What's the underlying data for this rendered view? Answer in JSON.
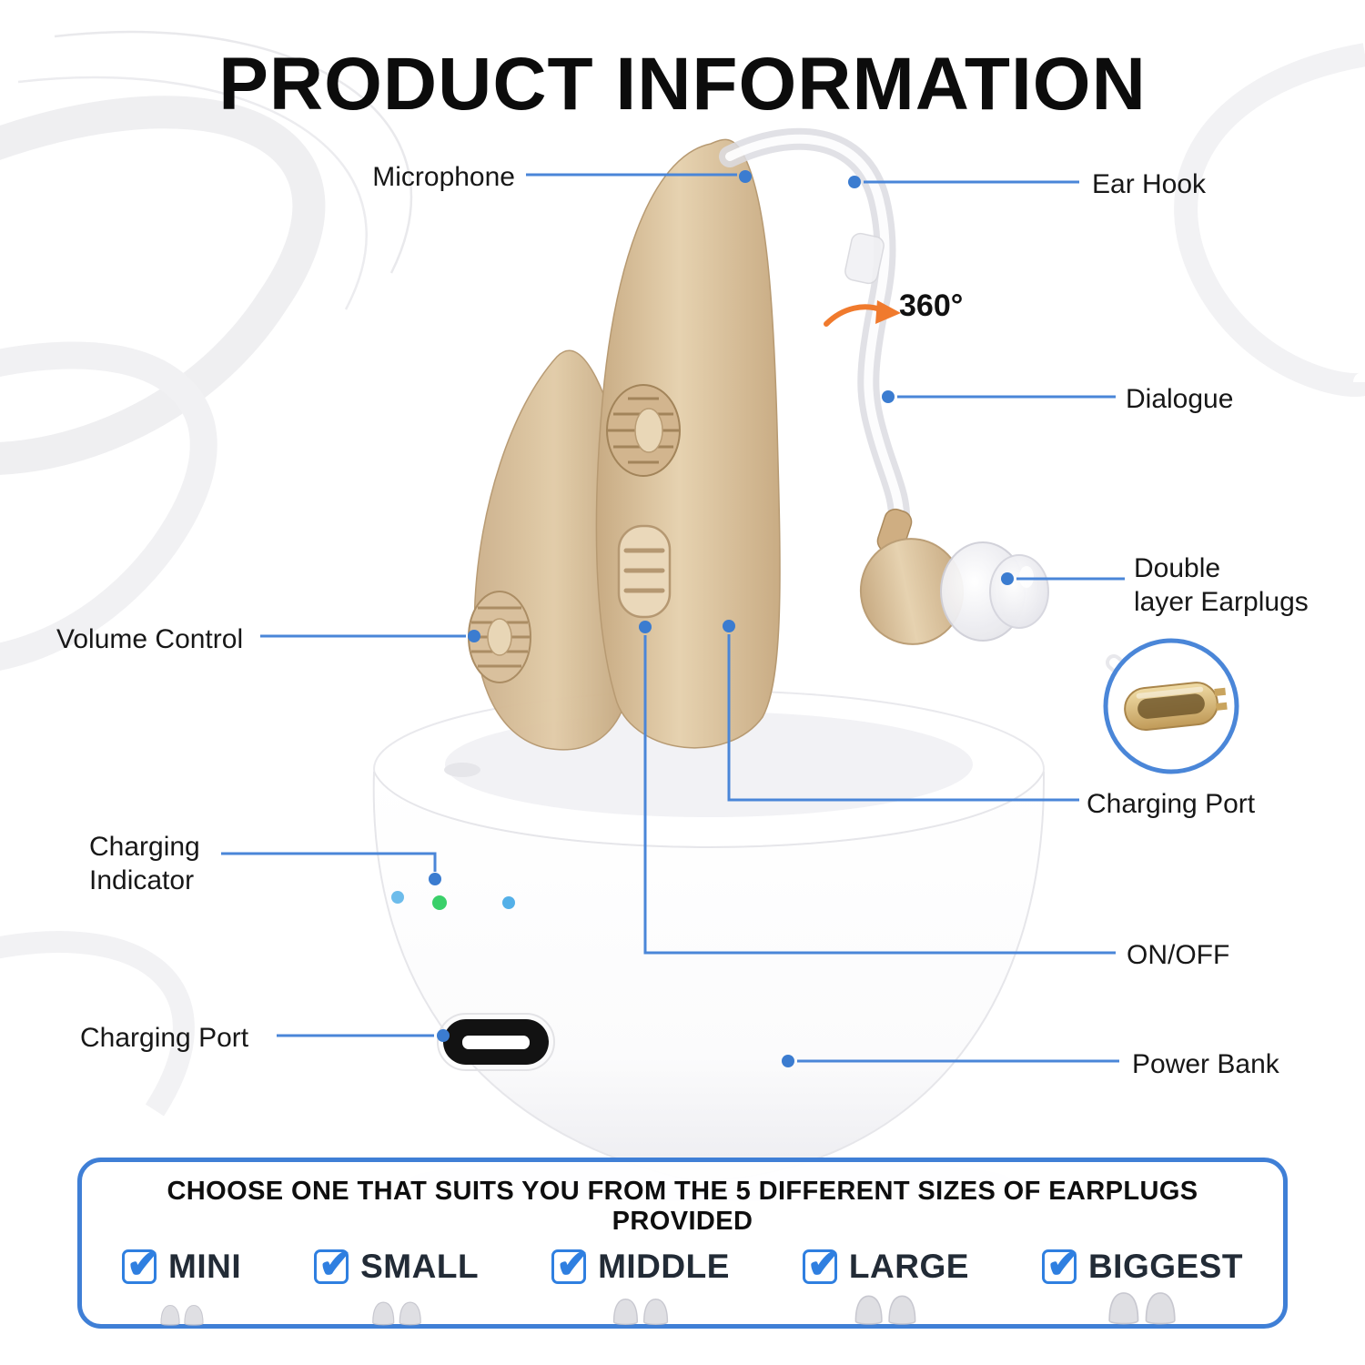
{
  "header": {
    "title": "PRODUCT INFORMATION"
  },
  "callouts": {
    "microphone": {
      "label": "Microphone"
    },
    "ear_hook": {
      "label": "Ear Hook"
    },
    "rotation": {
      "label": "360°"
    },
    "dialogue": {
      "label": "Dialogue"
    },
    "double_layer_earplugs": {
      "line1": "Double",
      "line2": "layer Earplugs"
    },
    "charging_port_device": {
      "label": "Charging Port"
    },
    "volume_control": {
      "label": "Volume Control"
    },
    "charging_indicator": {
      "line1": "Charging",
      "line2": "Indicator"
    },
    "on_off": {
      "label": "ON/OFF"
    },
    "charging_port_case": {
      "label": "Charging Port"
    },
    "power_bank": {
      "label": "Power Bank"
    }
  },
  "sizes_panel": {
    "heading": "CHOOSE ONE THAT SUITS YOU FROM THE 5 DIFFERENT SIZES OF EARPLUGS PROVIDED",
    "options": [
      {
        "label": "MINI",
        "checked": true
      },
      {
        "label": "SMALL",
        "checked": true
      },
      {
        "label": "MIDDLE",
        "checked": true
      },
      {
        "label": "LARGE",
        "checked": true
      },
      {
        "label": "BIGGEST",
        "checked": true
      }
    ]
  },
  "colors": {
    "callout_blue": "#4a86d8",
    "panel_border_blue": "#3f7fd6",
    "check_blue": "#2f7fe0",
    "device_beige": "#d5ba97",
    "arrow_orange": "#f07a2d",
    "led_green": "#3ad06a",
    "led_blue": "#54b0e8"
  }
}
